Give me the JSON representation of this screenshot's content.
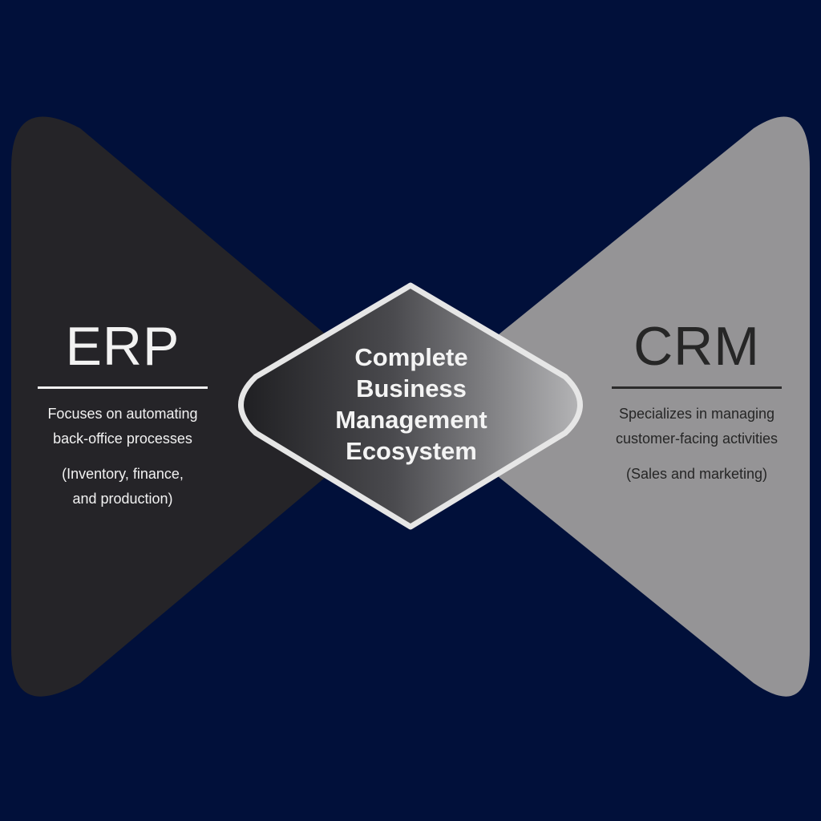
{
  "colors": {
    "background": "#01103a",
    "erp_panel": "#252428",
    "crm_panel": "#959496",
    "center_outline": "#e6e6e6"
  },
  "erp": {
    "title": "ERP",
    "description_lines": [
      "Focuses on automating",
      "back-office processes"
    ],
    "note_lines": [
      "(Inventory, finance,",
      "and production)"
    ]
  },
  "crm": {
    "title": "CRM",
    "description_lines": [
      "Specializes in managing",
      "customer-facing activities"
    ],
    "note_lines": [
      "(Sales and marketing)"
    ]
  },
  "center": {
    "lines": [
      "Complete",
      "Business",
      "Management",
      "Ecosystem"
    ]
  }
}
